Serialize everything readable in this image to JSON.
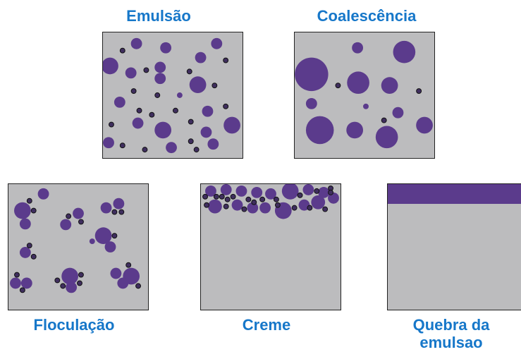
{
  "labels": {
    "emulsao": "Emulsão",
    "coalescencia": "Coalescência",
    "floculacao": "Floculação",
    "creme": "Creme",
    "quebra_line1": "Quebra da",
    "quebra_line2": "emulsao"
  },
  "colors": {
    "background": "#ffffff",
    "label": "#1677c9",
    "panel_fill": "#bcbcbe",
    "panel_border": "#222222",
    "droplet": "#5b3b8c",
    "small_droplet": "#3f2e5e",
    "oil_layer": "#5b3b8c"
  }
}
